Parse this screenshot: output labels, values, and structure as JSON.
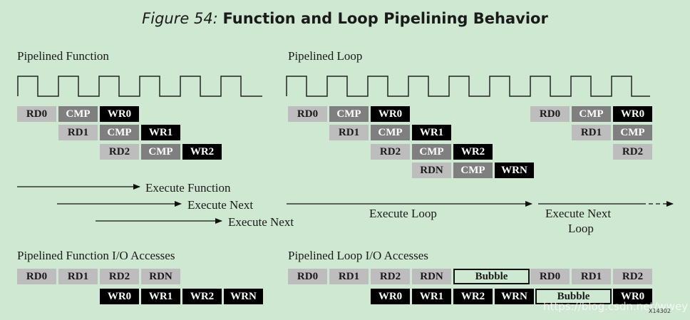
{
  "title": {
    "figure": "Figure 54:",
    "name": "Function and Loop Pipelining Behavior"
  },
  "sections": {
    "pipelined_function": "Pipelined Function",
    "pipelined_loop": "Pipelined Loop",
    "function_io": "Pipelined Function I/O Accesses",
    "loop_io": "Pipelined Loop I/O Accesses"
  },
  "arrows": {
    "execute_function": "Execute Function",
    "execute_next_1": "Execute Next",
    "execute_next_2": "Execute Next",
    "execute_loop": "Execute Loop",
    "execute_next_loop_line1": "Execute Next",
    "execute_next_loop_line2": "Loop"
  },
  "stages": {
    "rd0": "RD0",
    "rd1": "RD1",
    "rd2": "RD2",
    "rdn": "RDN",
    "cmp": "CMP",
    "wr0": "WR0",
    "wr1": "WR1",
    "wr2": "WR2",
    "wrn": "WRN",
    "bubble": "Bubble"
  },
  "watermark": "https://blog.csdn.net/wwey",
  "figure_code": "X14302",
  "colors": {
    "background": "#cfe8d1",
    "read": "#bdbdbd",
    "compute": "#7f7f7f",
    "write": "#000000"
  }
}
